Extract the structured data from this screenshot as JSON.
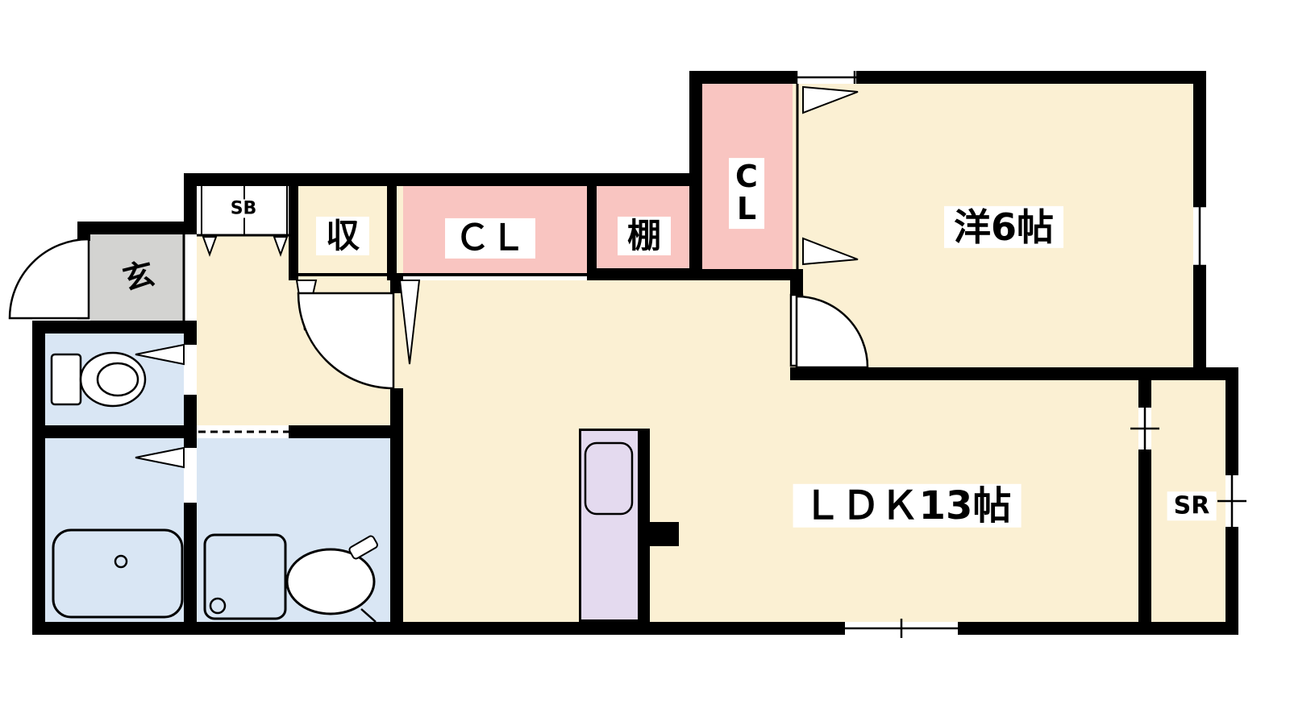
{
  "title": "apartment-floor-plan",
  "labels": {
    "western_room": "洋6帖",
    "ldk": "ＬＤＫ13帖",
    "closet_top": "ＣＬ",
    "closet_vertical_c": "C",
    "closet_vertical_l": "L",
    "storage_shu": "収",
    "shelf_tana": "棚",
    "shoe_box": "SB",
    "entrance": "玄",
    "storage_room": "SR"
  },
  "colors": {
    "wall": "#000000",
    "room_cream": "#FBF0D3",
    "closet_pink": "#F9C5C1",
    "wet_blue": "#D9E6F4",
    "entrance_gray": "#D3D3D1",
    "kitchen_purple": "#E4DAEF",
    "label_bg": "#FFFFFF",
    "line": "#000000"
  }
}
